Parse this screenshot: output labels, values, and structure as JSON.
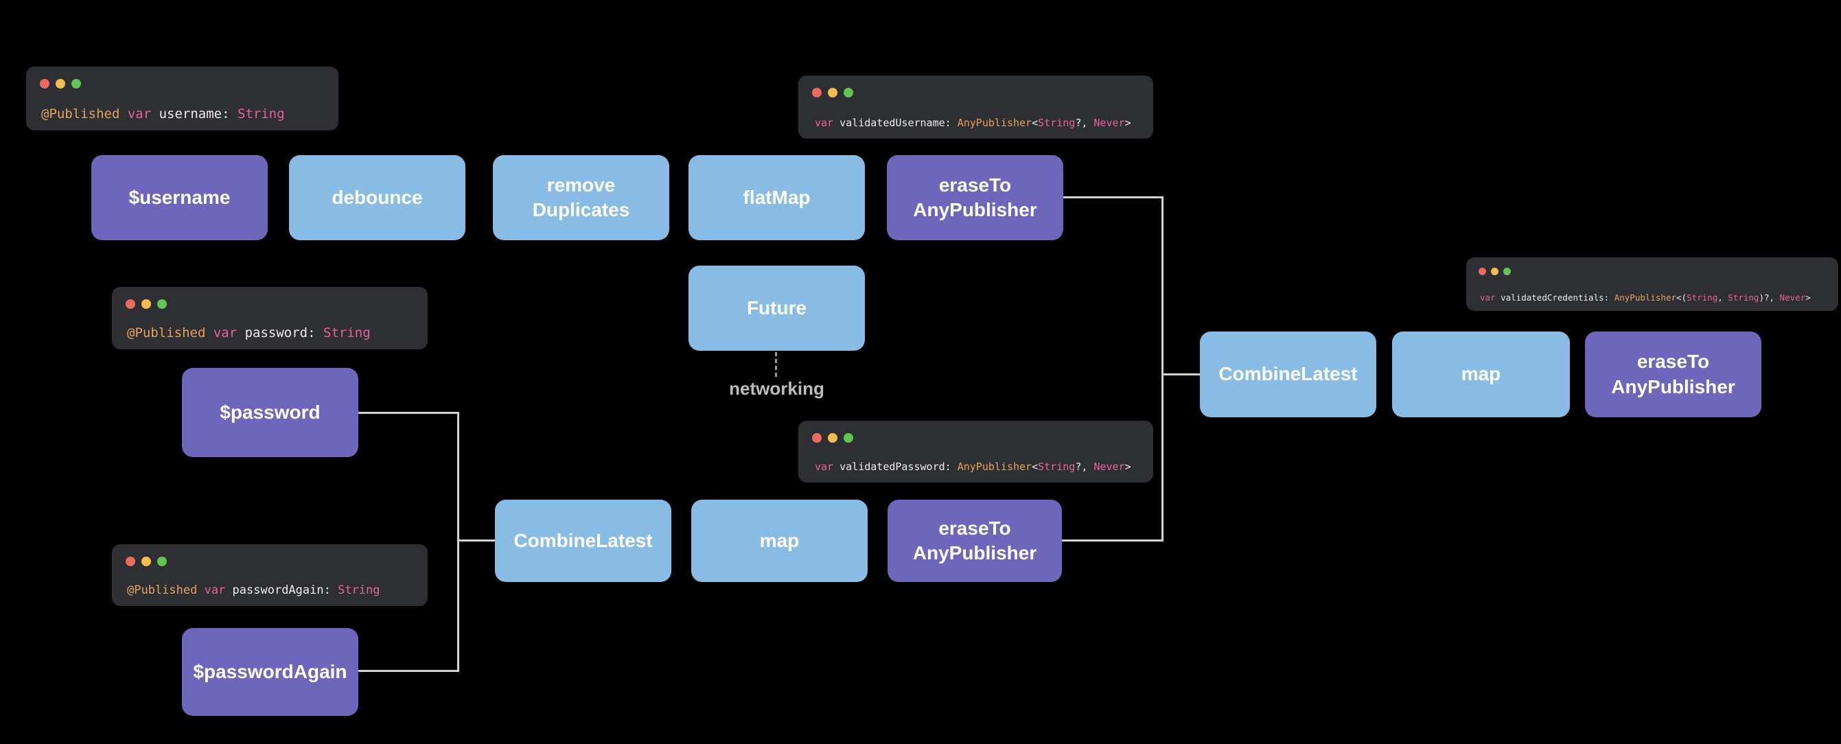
{
  "colors": {
    "background": "#000000",
    "node_purple": "#6e66ba",
    "node_blue": "#89bce4",
    "node_text": "#ffffff",
    "window_bg": "#2d2f33",
    "connector": "#d2d2d2",
    "dotted_connector": "#9a9a9a",
    "annotation_text": "#bdbdbd",
    "traffic_red": "#ed6a5f",
    "traffic_yellow": "#f5bd4f",
    "traffic_green": "#61c554",
    "code_orange": "#e5a35f",
    "code_pink": "#e8639c",
    "code_white": "#ececec"
  },
  "code_windows": {
    "username": {
      "code": "@Published var username: String",
      "tokens": [
        [
          "@Published ",
          "orange"
        ],
        [
          "var ",
          "pink"
        ],
        [
          "username: ",
          "white"
        ],
        [
          "String",
          "pink"
        ]
      ]
    },
    "validated_username": {
      "code": "var validatedUsername: AnyPublisher<String?, Never>",
      "tokens": [
        [
          "var ",
          "pink"
        ],
        [
          "validatedUsername: ",
          "white"
        ],
        [
          "AnyPublisher",
          "orange"
        ],
        [
          "<",
          "white"
        ],
        [
          "String",
          "pink"
        ],
        [
          "?, ",
          "white"
        ],
        [
          "Never",
          "pink"
        ],
        [
          ">",
          "white"
        ]
      ]
    },
    "password": {
      "code": "@Published var password: String",
      "tokens": [
        [
          "@Published ",
          "orange"
        ],
        [
          "var ",
          "pink"
        ],
        [
          "password: ",
          "white"
        ],
        [
          "String",
          "pink"
        ]
      ]
    },
    "password_again": {
      "code": "@Published var passwordAgain: String",
      "tokens": [
        [
          "@Published ",
          "orange"
        ],
        [
          "var ",
          "pink"
        ],
        [
          "passwordAgain: ",
          "white"
        ],
        [
          "String",
          "pink"
        ]
      ]
    },
    "validated_password": {
      "code": "var validatedPassword: AnyPublisher<String?, Never>",
      "tokens": [
        [
          "var ",
          "pink"
        ],
        [
          "validatedPassword: ",
          "white"
        ],
        [
          "AnyPublisher",
          "orange"
        ],
        [
          "<",
          "white"
        ],
        [
          "String",
          "pink"
        ],
        [
          "?, ",
          "white"
        ],
        [
          "Never",
          "pink"
        ],
        [
          ">",
          "white"
        ]
      ]
    },
    "validated_credentials": {
      "code": "var validatedCredentials: AnyPublisher<(String, String)?, Never>",
      "tokens": [
        [
          "var ",
          "pink"
        ],
        [
          "validatedCredentials: ",
          "white"
        ],
        [
          "AnyPublisher",
          "orange"
        ],
        [
          "<(",
          "white"
        ],
        [
          "String",
          "pink"
        ],
        [
          ", ",
          "white"
        ],
        [
          "String",
          "pink"
        ],
        [
          ")?, ",
          "white"
        ],
        [
          "Never",
          "pink"
        ],
        [
          ">",
          "white"
        ]
      ]
    }
  },
  "nodes": {
    "username": "$username",
    "debounce": "debounce",
    "remove_duplicates": "remove Duplicates",
    "flat_map": "flatMap",
    "erase_to_any_publisher_1": "eraseTo AnyPublisher",
    "future": "Future",
    "password": "$password",
    "password_again": "$passwordAgain",
    "combine_latest_1": "CombineLatest",
    "map_1": "map",
    "erase_to_any_publisher_2": "eraseTo AnyPublisher",
    "combine_latest_2": "CombineLatest",
    "map_2": "map",
    "erase_to_any_publisher_3": "eraseTo AnyPublisher"
  },
  "annotations": {
    "networking": "networking"
  }
}
